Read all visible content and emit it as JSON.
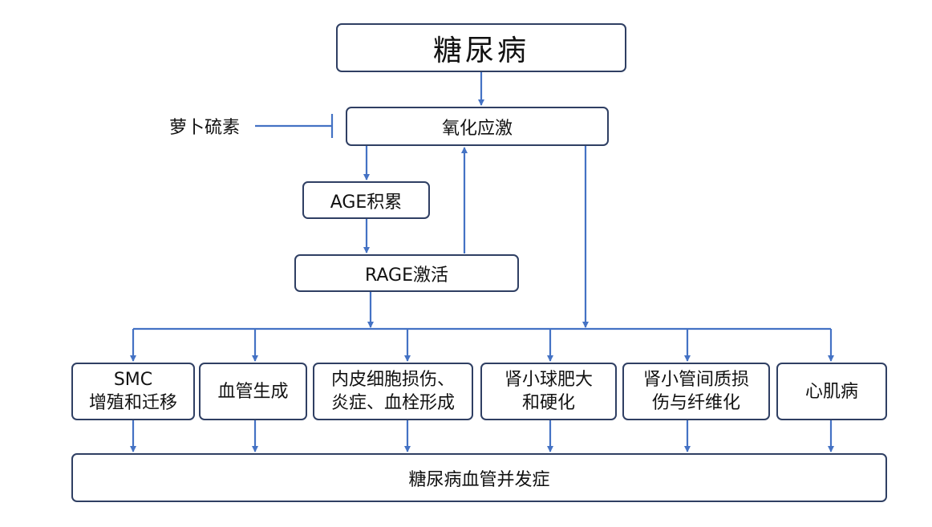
{
  "title": "糖尿病",
  "oxidative_stress": "氧化应激",
  "inhibitor": "萝卜硫素",
  "age": "AGE积累",
  "rage": "RAGE激活",
  "outcomes": [
    {
      "line1": "SMC",
      "line2": "增殖和迁移"
    },
    {
      "line1": "血管生成",
      "line2": ""
    },
    {
      "line1": "内皮细胞损伤、",
      "line2": "炎症、血栓形成"
    },
    {
      "line1": "肾小球肥大",
      "line2": "和硬化"
    },
    {
      "line1": "肾小管间质损",
      "line2": "伤与纤维化"
    },
    {
      "line1": "心肌病",
      "line2": ""
    }
  ],
  "final": "糖尿病血管并发症",
  "colors": {
    "arrow": "#4472c4",
    "border": "#2f3f63"
  }
}
